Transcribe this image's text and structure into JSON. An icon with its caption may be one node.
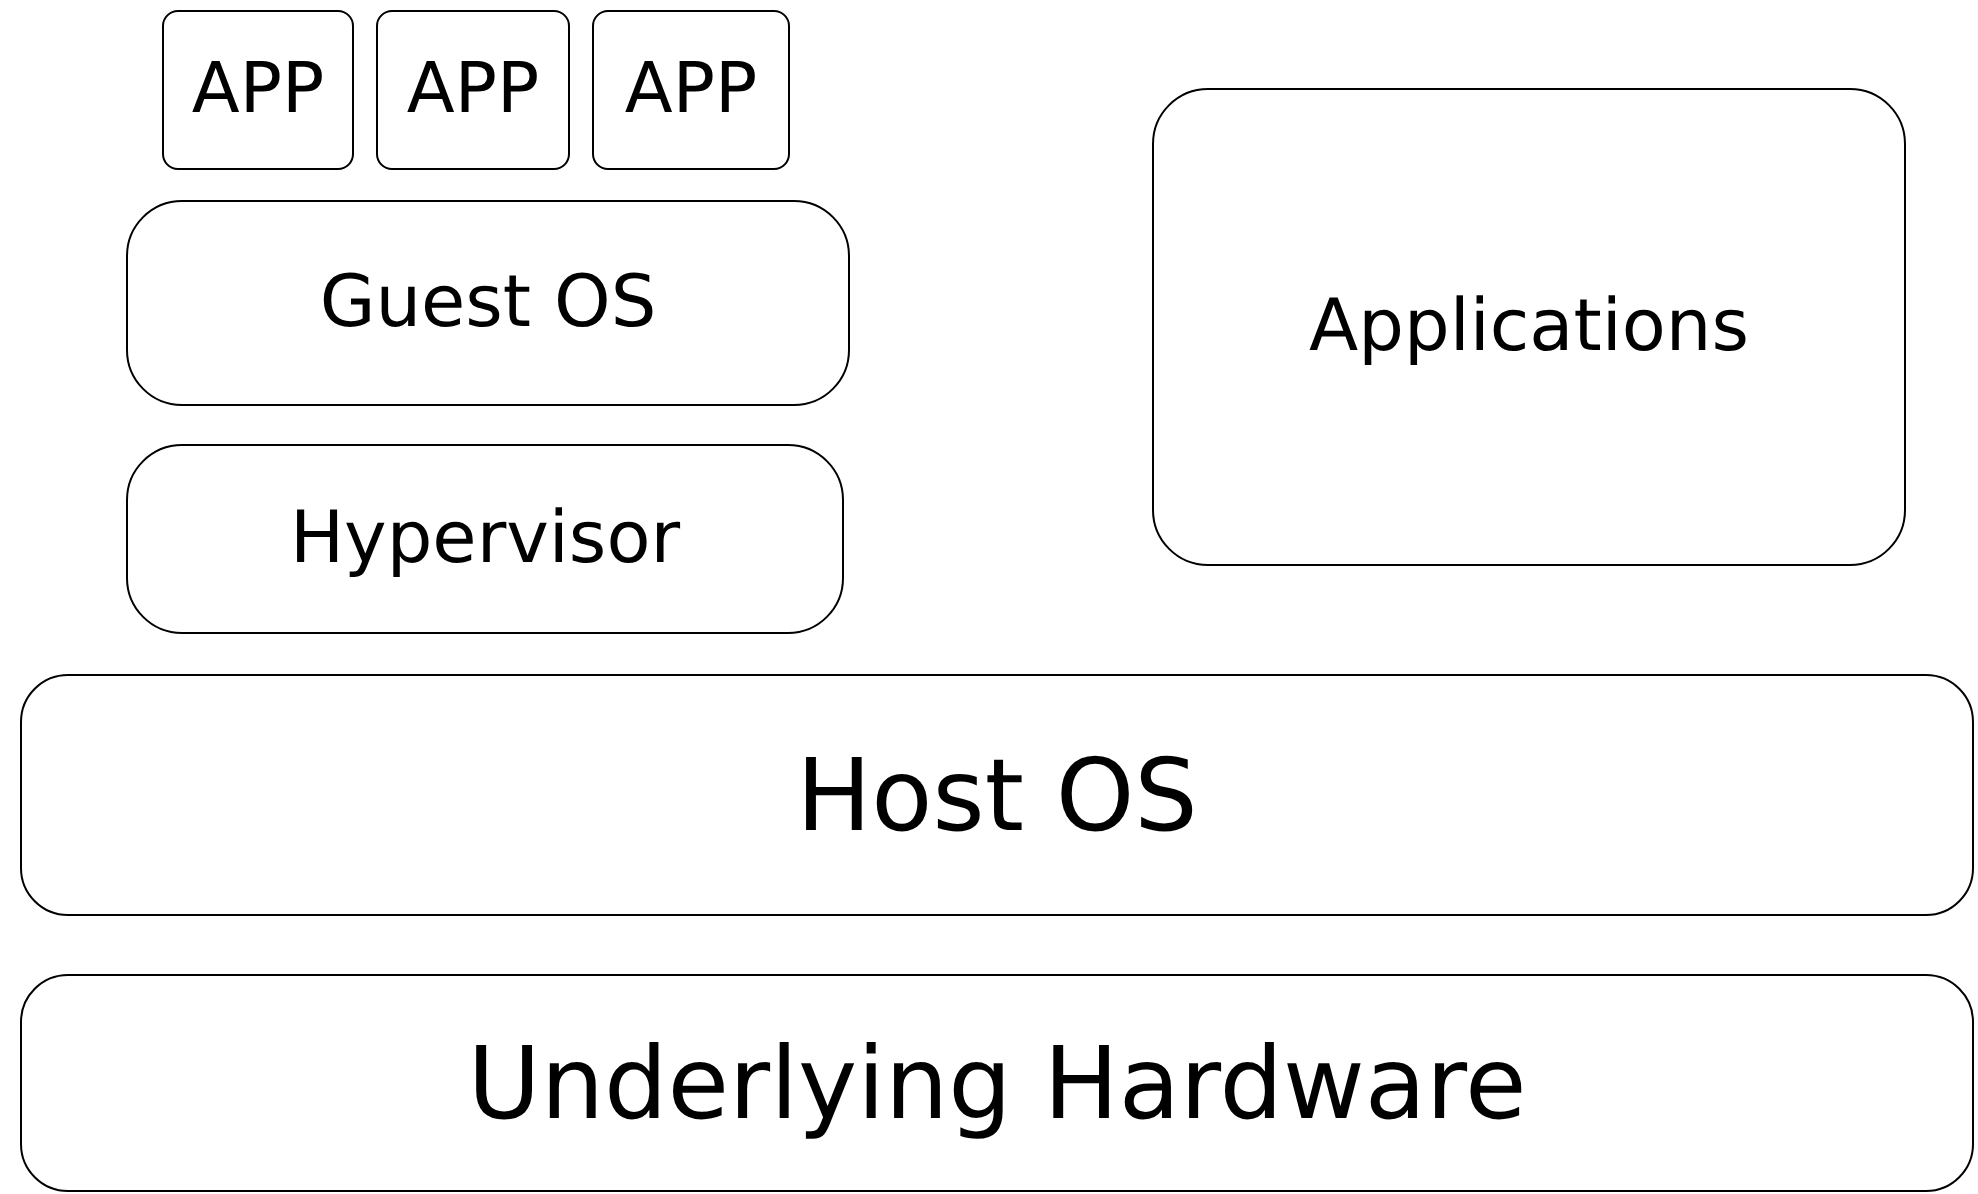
{
  "diagram": {
    "nodes": [
      {
        "text": [
          "APP"
        ]
      },
      {
        "text": [
          "APP"
        ]
      },
      {
        "text": [
          "APP"
        ]
      },
      {
        "text": [
          "Guest OS"
        ]
      },
      {
        "text": [
          "Hypervisor"
        ]
      },
      {
        "text": [
          "Applications"
        ]
      },
      {
        "text": [
          "Host OS"
        ]
      },
      {
        "text": [
          "Underlying Hardware"
        ]
      }
    ]
  }
}
